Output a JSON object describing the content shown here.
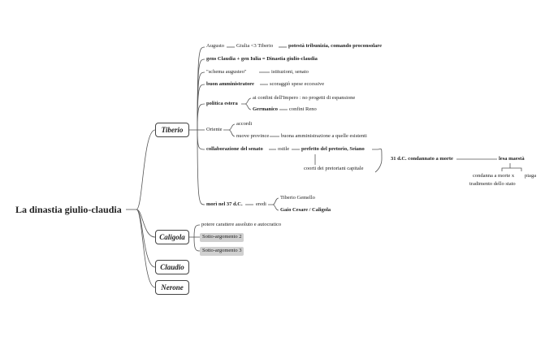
{
  "root": "La dinastia giulio-claudia",
  "branches": {
    "tiberio": "Tiberio",
    "caligola": "Caligola",
    "claudio": "Claudio",
    "nerone": "Nerone"
  },
  "tiberio": {
    "augusto": "Augusto",
    "giulia": "Giulia <3 Tiberio",
    "potesta": "potestà tribunizia, comando proconsolare",
    "gens": "gens Claudia + gen Iulia = Dinastia giulio-claudia",
    "schema": "\"schema augusteo\"",
    "istituzioni": "istituzioni, senato",
    "buon_amm": "buon amministratore",
    "scoraggio": "scoraggiò spese eccessive",
    "politica_estera": "politica estera",
    "confini_impero": "ai confini dell'Impero : no progetti di espansione",
    "germanico": "Germanico",
    "confini_reno": "confini Reno",
    "oriente": "Oriente",
    "accordi": "accordi",
    "nuove_province": "nuove province",
    "buona_amm": "buona amministrazione a quelle esistenti",
    "collab": "collaborazione del senato",
    "ostile": "ostile",
    "prefetto": "prefetto del pretorio, Seiano",
    "coorti": "coorti dei pretoriani capitale",
    "condannato": "31 d.C. condannato a morte",
    "lesa_maesta": "lesa maestà",
    "condanna": "condanna a morte x",
    "piaga": "piaga",
    "tradimento": "tradimento dello stato",
    "mori": "morì nel 37 d.C.",
    "eredi": "eredi",
    "gemello": "Tiberio Gemello",
    "gaio": "Gaio Cesare / Caligola"
  },
  "caligola": {
    "potere": "potere carattere assoluto e autocratico",
    "sotto2": "Sotto-argomento 2",
    "sotto3": "Sotto-argomento 3"
  }
}
